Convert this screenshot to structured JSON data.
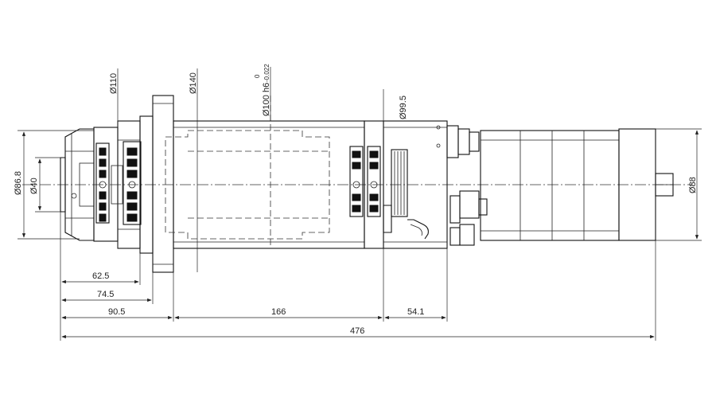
{
  "diagram": {
    "dimensions": {
      "dia_110": "Ø110",
      "dia_140": "Ø140",
      "dia_100_main": "Ø100 h6",
      "dia_100_tol_upper": "0",
      "dia_100_tol_lower": "-0.022",
      "dia_99_5": "Ø99.5",
      "dia_86_8": "Ø86.8",
      "dia_40": "Ø40",
      "dia_88": "Ø88",
      "len_62_5": "62.5",
      "len_74_5": "74.5",
      "len_90_5": "90.5",
      "len_166": "166",
      "len_54_1": "54.1",
      "len_476": "476"
    },
    "colors": {
      "line": "#111111",
      "background": "#ffffff"
    }
  }
}
